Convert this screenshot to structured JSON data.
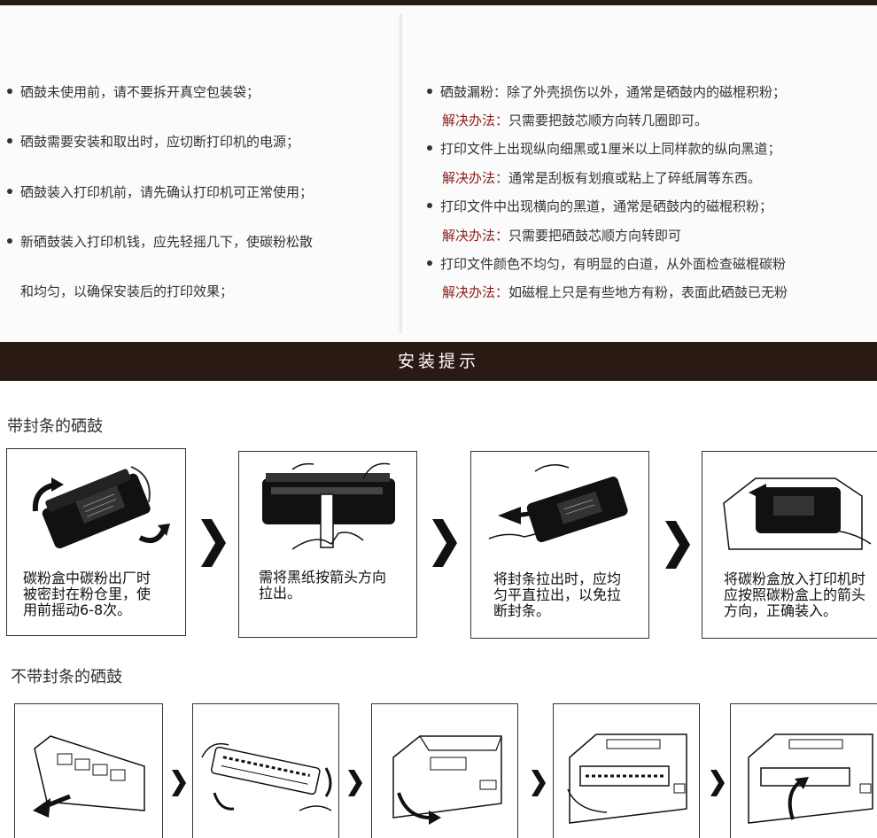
{
  "notes_left": {
    "items": [
      "硒鼓未使用前，请不要拆开真空包装袋；",
      "硒鼓需要安装和取出时，应切断打印机的电源；",
      "硒鼓装入打印机前，请先确认打印机可正常使用；",
      "新硒鼓装入打印机钱，应先轻摇几下，使碳粉松散"
    ],
    "continuation": "和均匀，以确保安装后的打印效果；"
  },
  "notes_right": {
    "solution_label": "解决办法：",
    "items": [
      {
        "problem": "硒鼓漏粉：除了外壳损伤以外，通常是硒鼓内的磁棍积粉；",
        "solution": "只需要把鼓芯顺方向转几圈即可。"
      },
      {
        "problem": "打印文件上出现纵向细黑或1厘米以上同样款的纵向黑道；",
        "solution": "通常是刮板有划痕或粘上了碎纸屑等东西。"
      },
      {
        "problem": "打印文件中出现横向的黑道，通常是硒鼓内的磁棍积粉；",
        "solution": "只需要把硒鼓芯顺方向转即可"
      },
      {
        "problem": "打印文件颜色不均匀，有明显的白道，从外面检查磁棍碳粉",
        "solution": "如磁棍上只是有些地方有粉，表面此硒鼓已无粉"
      }
    ]
  },
  "banner": {
    "title": "安装提示"
  },
  "with_seal": {
    "title": "带封条的硒鼓",
    "steps": [
      {
        "caption": "碳粉盒中碳粉出厂时\n被密封在粉仓里，使\n用前摇动6-8次。"
      },
      {
        "caption": "需将黑纸按箭头方向\n拉出。"
      },
      {
        "caption": "将封条拉出时，应均\n匀平直拉出，以免拉\n断封条。"
      },
      {
        "caption": "将碳粉盒放入打印机时\n应按照碳粉盒上的箭头\n方向，正确装入。"
      }
    ]
  },
  "without_seal": {
    "title": "不带封条的硒鼓"
  },
  "colors": {
    "dark_brown": "#2a1a14",
    "solution_red": "#8a1e1e"
  }
}
